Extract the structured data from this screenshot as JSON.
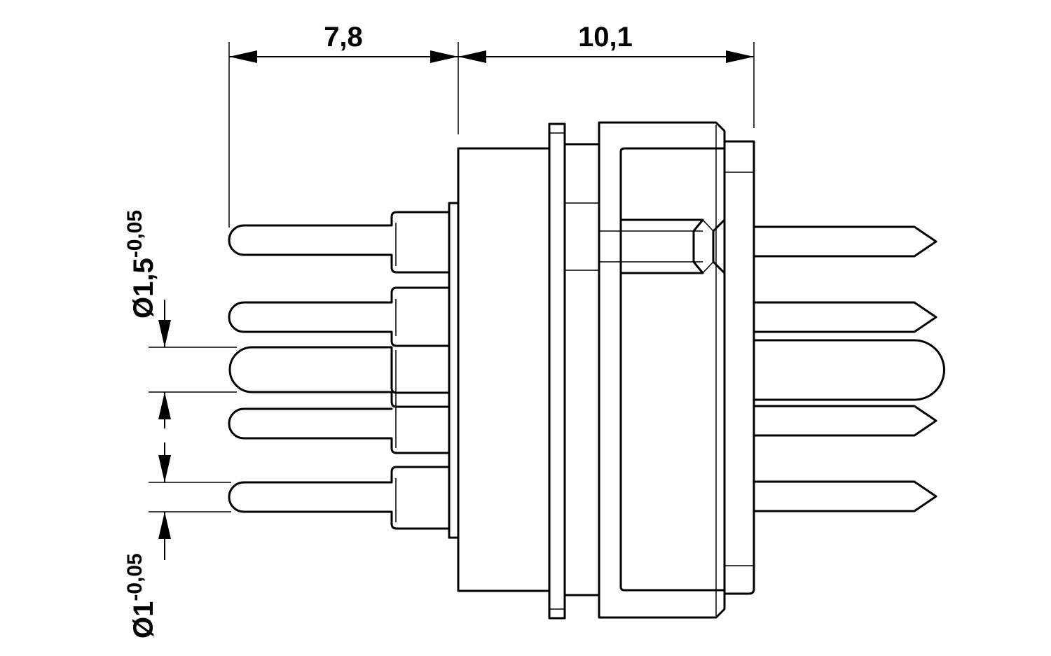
{
  "dimensions": {
    "left_length": "7,8",
    "right_length": "10,1",
    "large_pin_diameter": {
      "symbol": "Ø1,5",
      "tolerance": "-0,05"
    },
    "small_pin_diameter": {
      "symbol": "Ø1",
      "tolerance": "-0,05"
    }
  }
}
